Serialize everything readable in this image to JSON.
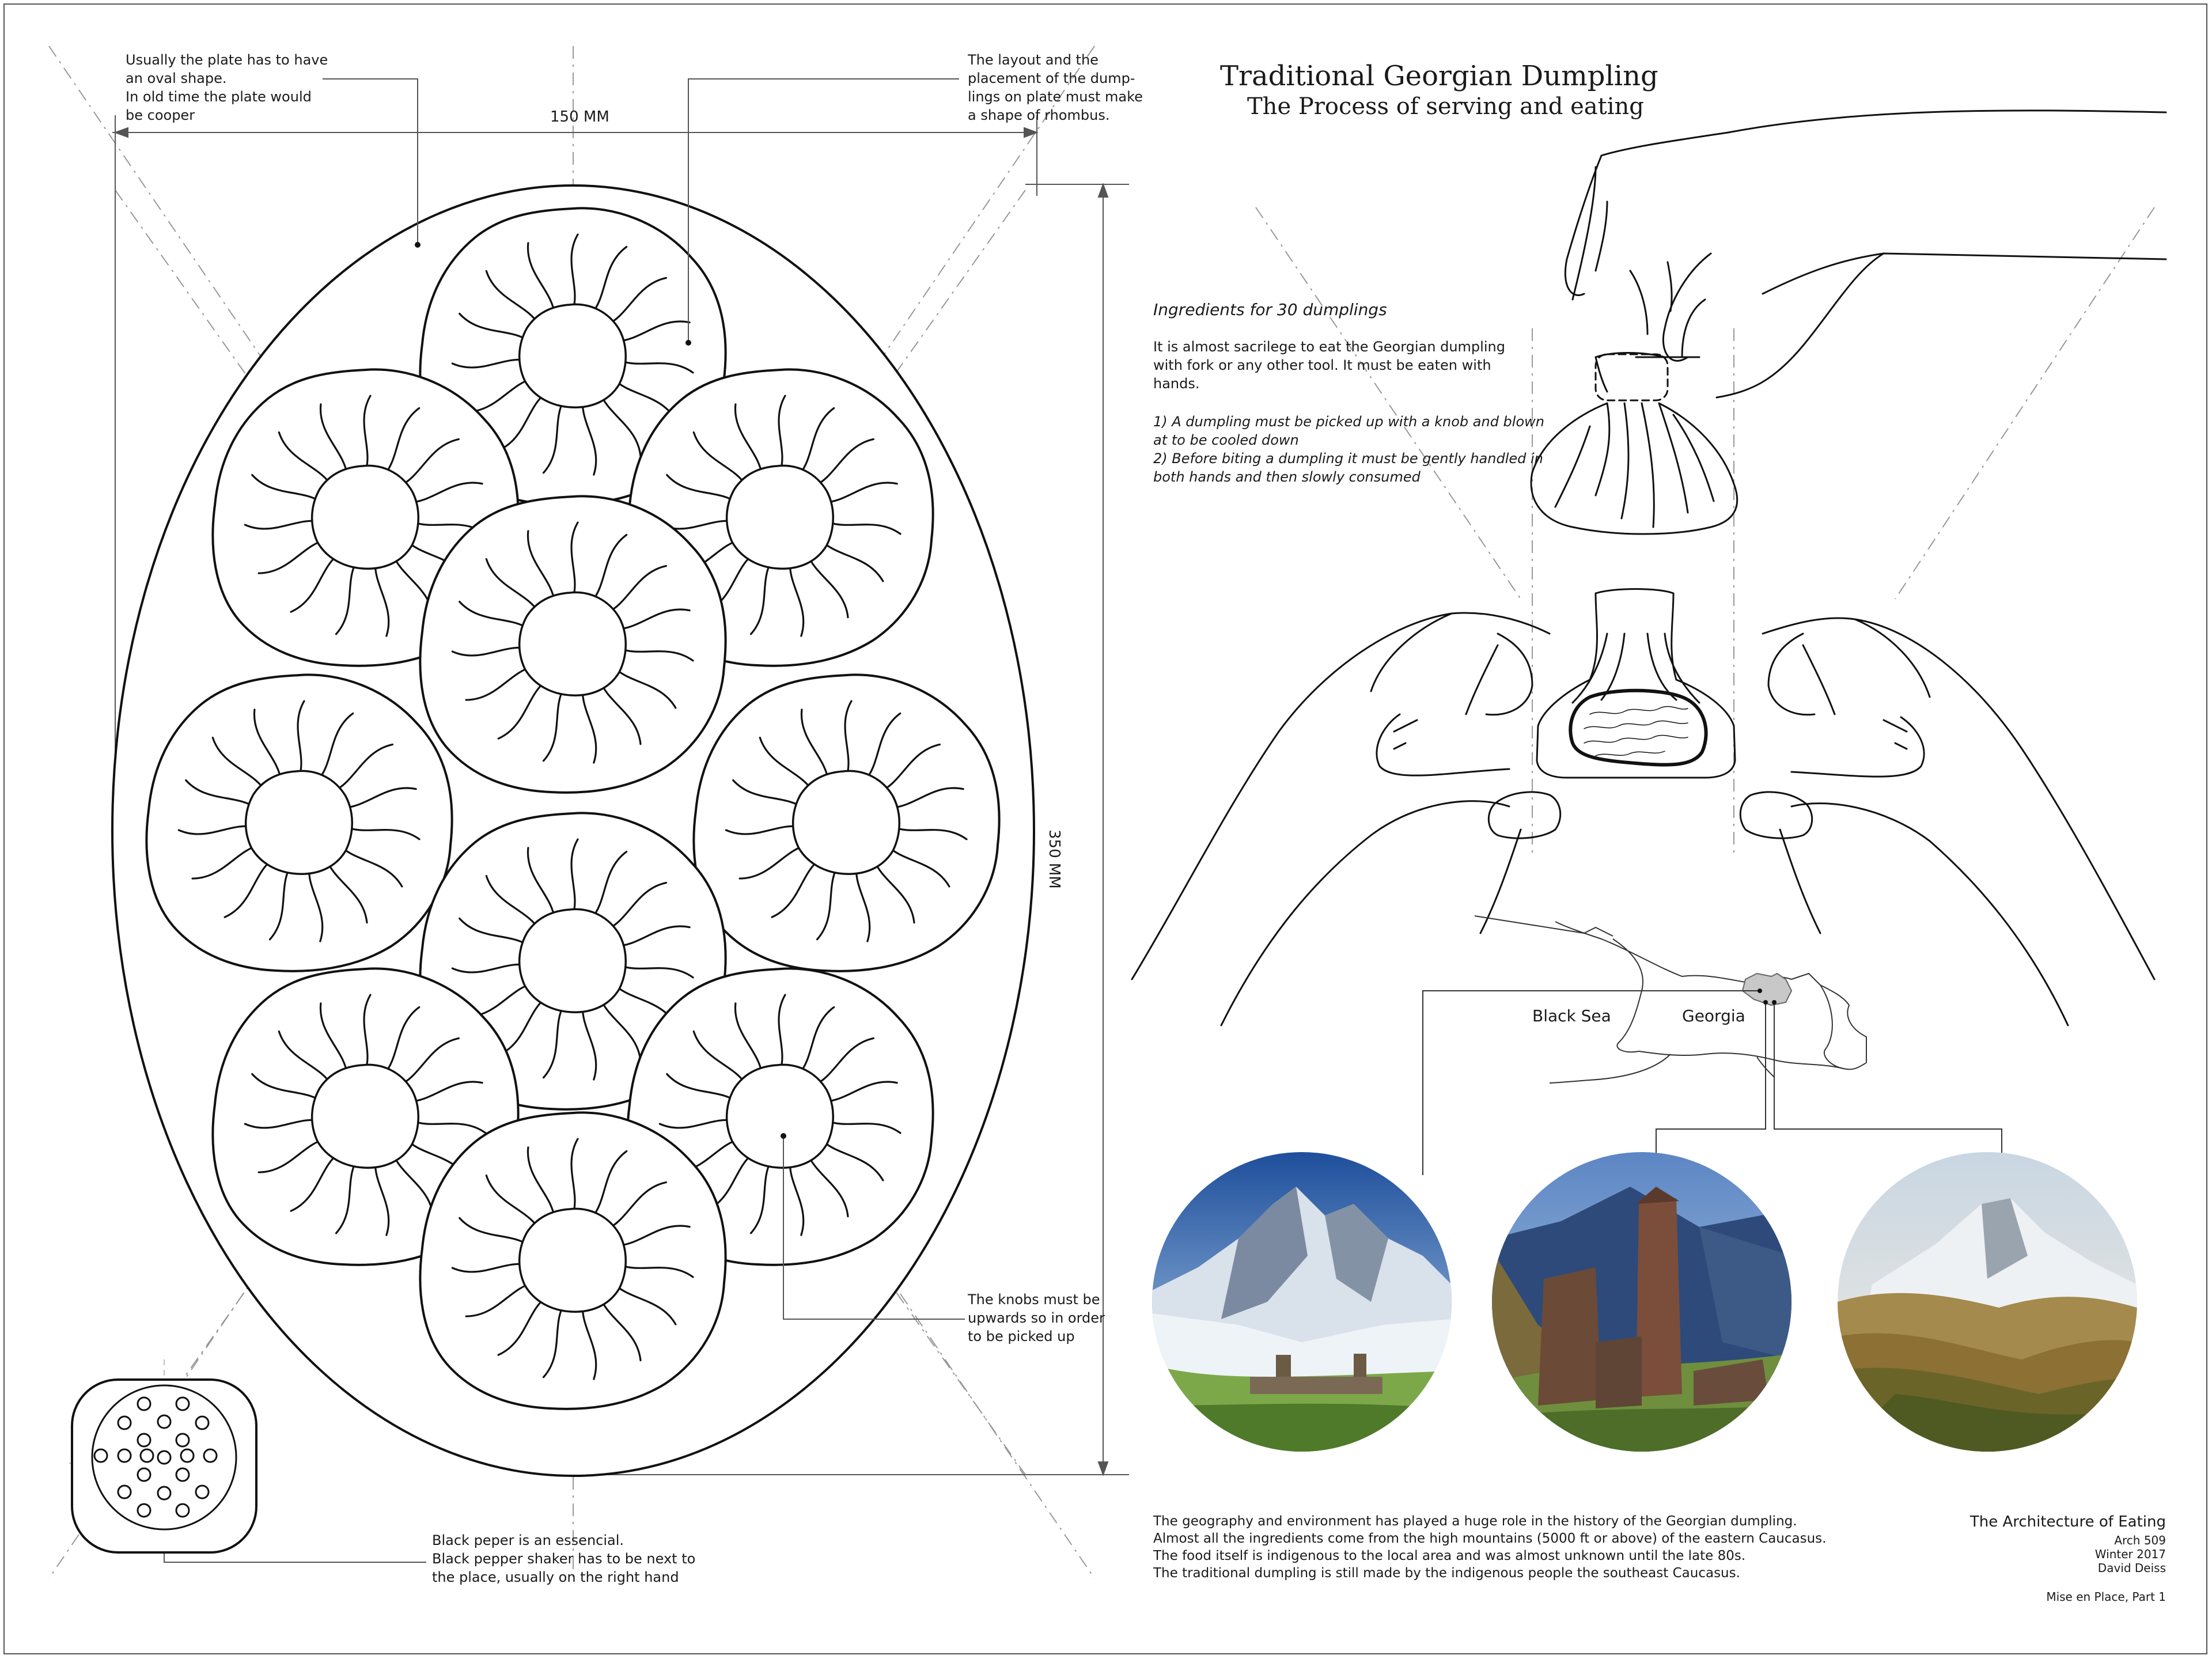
{
  "title": {
    "line1": "Traditional Georgian Dumpling",
    "line2": "The Process of serving and eating"
  },
  "notes": {
    "plate_shape": [
      "Usually the plate has to have",
      "an oval shape.",
      "In old time the plate would",
      "be cooper"
    ],
    "layout": [
      "The layout and the",
      "placement of the dump-",
      "lings on plate must make",
      "a shape of rhombus."
    ],
    "knobs": [
      "The knobs must be",
      "upwards so in order",
      "to be picked up"
    ],
    "pepper": [
      "Black peper is an essencial.",
      "Black pepper shaker has to be next to",
      "the place, usually on the right hand"
    ]
  },
  "dimensions": {
    "width_label": "150 MM",
    "height_label": "350 MM"
  },
  "ingredients": {
    "heading": "Ingredients for 30 dumplings",
    "intro": [
      "It is almost sacrilege to eat the Georgian dumpling",
      "with fork or any other tool. It must be eaten with",
      "hands."
    ],
    "steps": [
      "1) A dumpling must be picked up with a knob and blown",
      "at to be cooled down",
      "2) Before biting a dumpling it must be gently handled in",
      "both hands and then slowly consumed"
    ]
  },
  "map": {
    "sea_label": "Black Sea",
    "country_label": "Georgia"
  },
  "geography": [
    "The geography and environment has played a huge role in the history of the Georgian dumpling.",
    "Almost all the ingredients come from the high mountains (5000 ft or above) of the eastern Caucasus.",
    "The food itself is indigenous to the local area and was almost unknown until the late 80s.",
    "The traditional dumpling is still made by the indigenous people the southeast Caucasus."
  ],
  "credits": {
    "project": "The Architecture of Eating",
    "course": "Arch 509",
    "term": "Winter 2017",
    "author": "David Deiss",
    "part": "Mise en Place, Part 1"
  }
}
